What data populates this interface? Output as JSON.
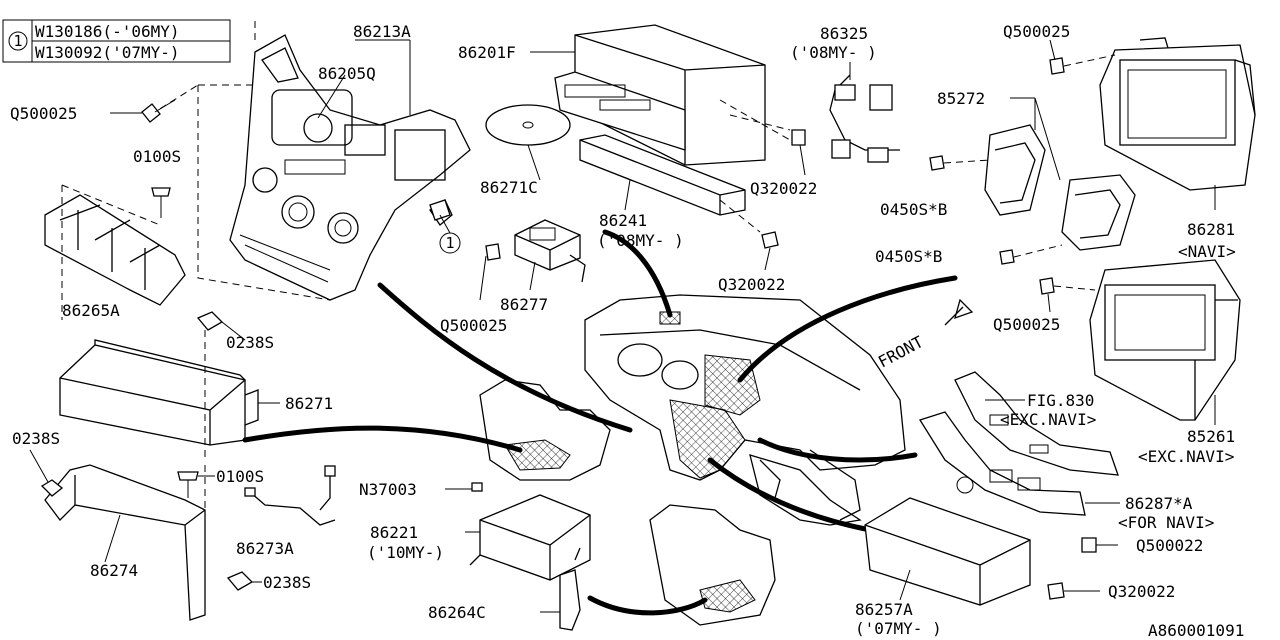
{
  "legend": {
    "marker": "1",
    "rows": [
      "W130186(-'06MY)",
      "W130092('07MY-)"
    ]
  },
  "callout_marker": "1",
  "labels": {
    "p86213A": "86213A",
    "p86205Q": "86205Q",
    "q500025_a": "Q500025",
    "p0100S_a": "0100S",
    "p86265A": "86265A",
    "p0238S_a": "0238S",
    "p86271": "86271",
    "p0238S_b": "0238S",
    "p0100S_b": "0100S",
    "p86273A": "86273A",
    "p86274": "86274",
    "p0238S_c": "0238S",
    "p86201F": "86201F",
    "p86271C": "86271C",
    "p86241": "86241",
    "p86241_note": "('08MY- )",
    "p86277": "86277",
    "q500025_b": "Q500025",
    "q320022_a": "Q320022",
    "q320022_b": "Q320022",
    "p86325": "86325",
    "p86325_note": "('08MY- )",
    "n37003": "N37003",
    "p86221": "86221",
    "p86221_note": "('10MY-)",
    "p86264C": "86264C",
    "front": "FRONT",
    "q500025_c": "Q500025",
    "p85272": "85272",
    "p0450S_a": "0450S*B",
    "p0450S_b": "0450S*B",
    "p86281": "86281",
    "p86281_note": "<NAVI>",
    "q500025_d": "Q500025",
    "fig830": "FIG.830",
    "fig830_note": "<EXC.NAVI>",
    "p85261": "85261",
    "p85261_note": "<EXC.NAVI>",
    "p86287": "86287*A",
    "p86287_note": "<FOR NAVI>",
    "q500022": "Q500022",
    "q320022_c": "Q320022",
    "p86257A": "86257A",
    "p86257A_note": "('07MY- )",
    "diagram_id": "A860001091"
  }
}
